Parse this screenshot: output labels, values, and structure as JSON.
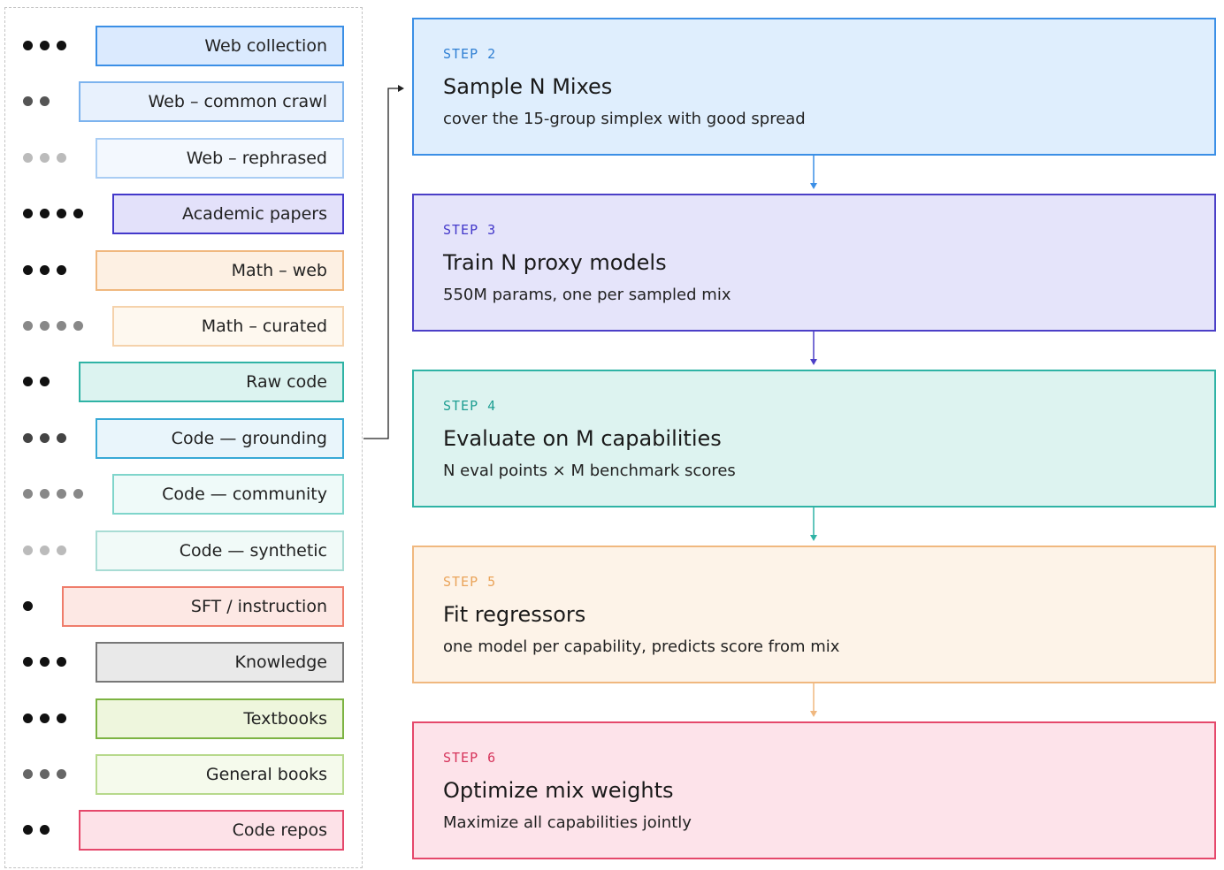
{
  "sources": [
    {
      "label": "Web collection",
      "dots": 3,
      "dot_color": "#111111",
      "fill": "#dbeafe",
      "border": "#3b8fe6"
    },
    {
      "label": "Web – common crawl",
      "dots": 2,
      "dot_color": "#555555",
      "fill": "#e8f1fd",
      "border": "#7cb3ee"
    },
    {
      "label": "Web – rephrased",
      "dots": 3,
      "dot_color": "#bbbbbb",
      "fill": "#f3f8fe",
      "border": "#a9cdf4"
    },
    {
      "label": "Academic papers",
      "dots": 4,
      "dot_color": "#111111",
      "fill": "#e3e1fa",
      "border": "#4338ca"
    },
    {
      "label": "Math – web",
      "dots": 3,
      "dot_color": "#111111",
      "fill": "#fdf0e3",
      "border": "#f0b87f"
    },
    {
      "label": "Math – curated",
      "dots": 4,
      "dot_color": "#888888",
      "fill": "#fef8ef",
      "border": "#f5d2ab"
    },
    {
      "label": "Raw code",
      "dots": 2,
      "dot_color": "#111111",
      "fill": "#dcf3f0",
      "border": "#2fb3a5"
    },
    {
      "label": "Code — grounding",
      "dots": 3,
      "dot_color": "#444444",
      "fill": "#e9f5fb",
      "border": "#38a9d6"
    },
    {
      "label": "Code — community",
      "dots": 4,
      "dot_color": "#888888",
      "fill": "#effaf9",
      "border": "#7fd5cb"
    },
    {
      "label": "Code — synthetic",
      "dots": 3,
      "dot_color": "#bbbbbb",
      "fill": "#f1faf8",
      "border": "#a8dcd4"
    },
    {
      "label": "SFT / instruction",
      "dots": 1,
      "dot_color": "#111111",
      "fill": "#fde8e4",
      "border": "#ef7d6b"
    },
    {
      "label": "Knowledge",
      "dots": 3,
      "dot_color": "#111111",
      "fill": "#e9e9e9",
      "border": "#777777"
    },
    {
      "label": "Textbooks",
      "dots": 3,
      "dot_color": "#111111",
      "fill": "#eef6dd",
      "border": "#7cb342"
    },
    {
      "label": "General books",
      "dots": 3,
      "dot_color": "#666666",
      "fill": "#f5faec",
      "border": "#b7d98c"
    },
    {
      "label": "Code repos",
      "dots": 2,
      "dot_color": "#111111",
      "fill": "#fde2e8",
      "border": "#e5486b"
    }
  ],
  "steps": [
    {
      "label": "STEP  2",
      "title": "Sample N Mixes",
      "desc": "cover the 15-group simplex with good spread",
      "fill": "#dfeefd",
      "border": "#3b8fe6",
      "label_color": "#2f7fd3"
    },
    {
      "label": "STEP  3",
      "title": "Train N proxy models",
      "desc": "550M params, one per sampled mix",
      "fill": "#e5e4fa",
      "border": "#4b3fc7",
      "label_color": "#4338ca"
    },
    {
      "label": "STEP  4",
      "title": "Evaluate on M capabilities",
      "desc": "N eval points × M benchmark scores",
      "fill": "#ddf3f0",
      "border": "#2fb3a5",
      "label_color": "#1e9e92"
    },
    {
      "label": "STEP  5",
      "title": "Fit regressors",
      "desc": "one model per capability, predicts score from mix",
      "fill": "#fdf3e8",
      "border": "#f0b87f",
      "label_color": "#eaa45a"
    },
    {
      "label": "STEP  6",
      "title": "Optimize mix weights",
      "desc": "Maximize all capabilities jointly",
      "fill": "#fde3ea",
      "border": "#e5486b",
      "label_color": "#d6335a"
    }
  ]
}
